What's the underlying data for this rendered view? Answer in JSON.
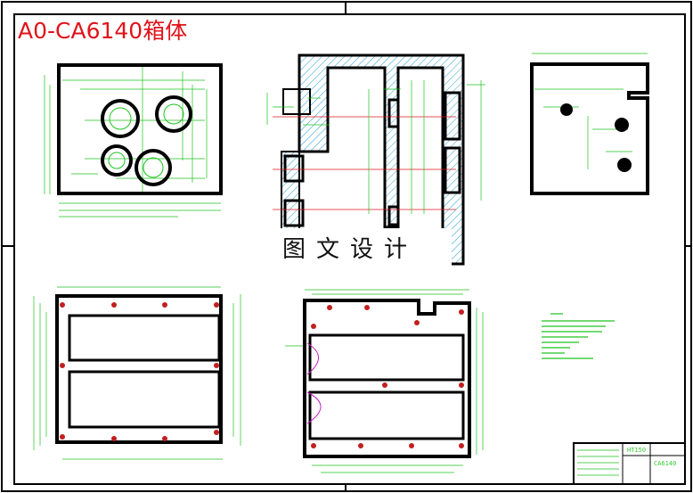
{
  "drawing": {
    "title": "A0-CA6140箱体",
    "watermark": "图文设计",
    "title_block": {
      "label_a": "HT150",
      "label_b": "CA6140"
    }
  },
  "colors": {
    "background": "#ffffff",
    "outline": "#000000",
    "dimension": "#1fc31f",
    "centerline": "#e0141b",
    "hatch": "#2a9fd6",
    "arc": "#c21fc2",
    "title": "#e0141b"
  }
}
